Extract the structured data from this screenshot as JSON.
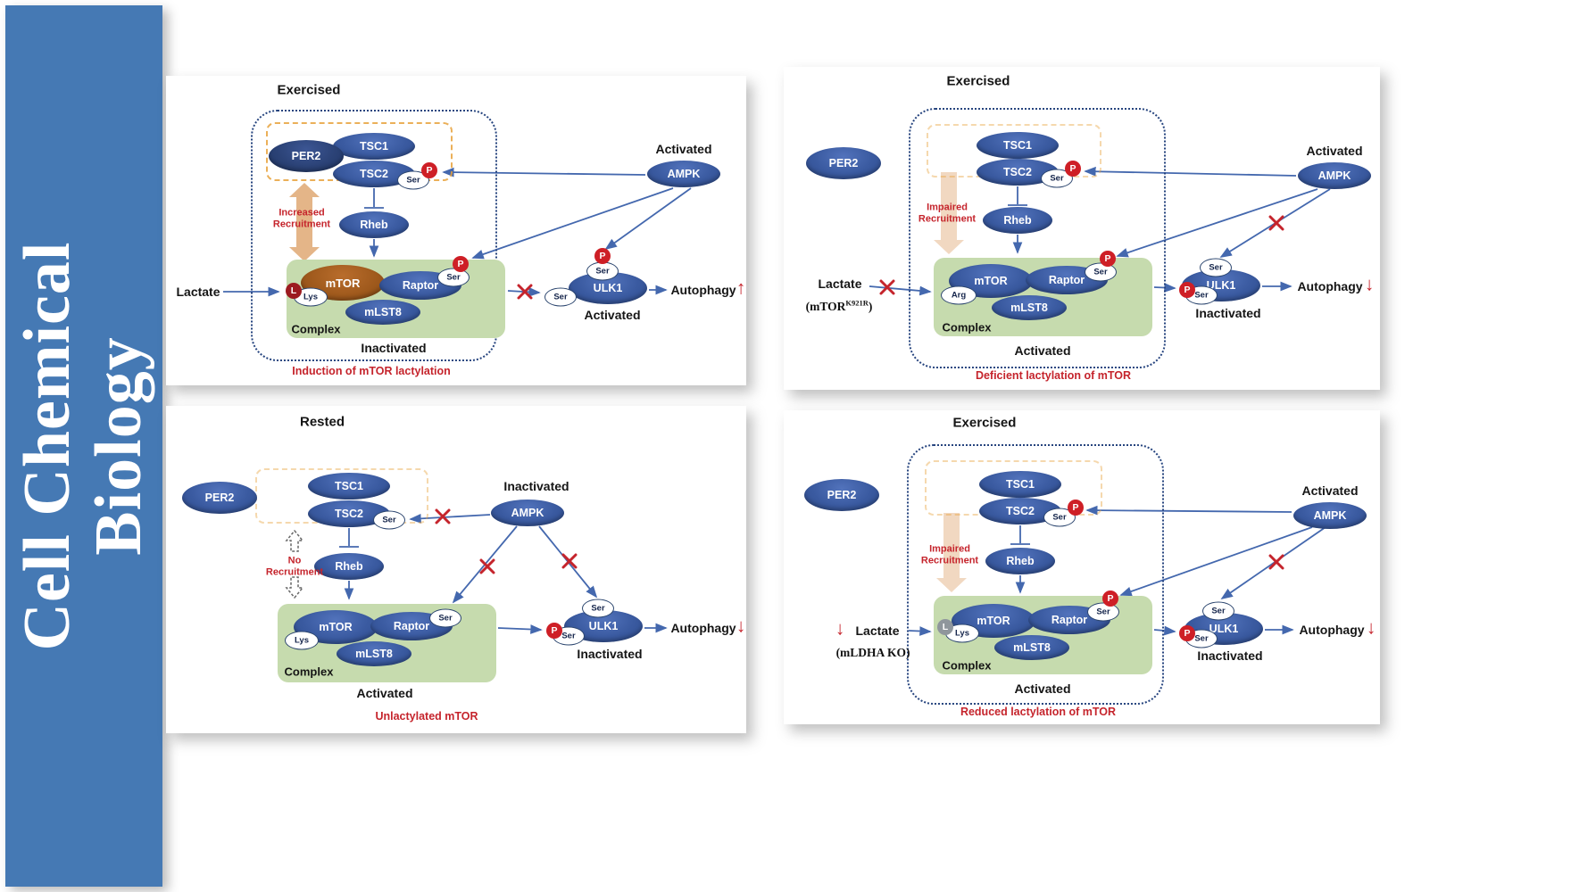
{
  "sidebar": {
    "line1": "Cell Chemical",
    "line2": "Biology"
  },
  "colors": {
    "sidebar_blue": "#4579b4",
    "node_blue": "#3a5aa0",
    "per2_dark_blue": "#2b4276",
    "mtor_brown": "#a05a1d",
    "complex_green": "#c6dbae",
    "alert_red": "#c5242c",
    "phospho_red": "#ce1f26",
    "lactyl_dark_red": "#9c1b20",
    "recruit_tan": "#dfa873",
    "arrow_blue": "#4468ae"
  },
  "labels": {
    "per2": "PER2",
    "tsc1": "TSC1",
    "tsc2": "TSC2",
    "rheb": "Rheb",
    "ampk": "AMPK",
    "mtor": "mTOR",
    "raptor": "Raptor",
    "mlst8": "mLST8",
    "ulk1": "ULK1",
    "complex": "Complex",
    "autophagy": "Autophagy",
    "lactate": "Lactate",
    "ser": "Ser",
    "lys": "Lys",
    "arg": "Arg",
    "p": "P",
    "l": "L"
  },
  "panels": {
    "p1": {
      "title": "Exercised",
      "ampk_state": "Activated",
      "recruitment_l1": "Increased",
      "recruitment_l2": "Recruitment",
      "complex_state": "Inactivated",
      "ulk1_state": "Activated",
      "autophagy_dir": "↑",
      "caption": "Induction of mTOR lactylation"
    },
    "p2": {
      "title": "Exercised",
      "ampk_state": "Activated",
      "recruitment_l1": "Impaired",
      "recruitment_l2": "Recruitment",
      "note_pre": "(mTOR",
      "note_sup": "K921R",
      "note_post": ")",
      "complex_state": "Activated",
      "ulk1_state": "Inactivated",
      "autophagy_dir": "↓",
      "caption": "Deficient lactylation of mTOR"
    },
    "p3": {
      "title": "Rested",
      "ampk_state": "Inactivated",
      "recruitment_l1": "No",
      "recruitment_l2": "Recruitment",
      "complex_state": "Activated",
      "ulk1_state": "Inactivated",
      "autophagy_dir": "↓",
      "caption": "Unlactylated mTOR"
    },
    "p4": {
      "title": "Exercised",
      "ampk_state": "Activated",
      "recruitment_l1": "Impaired",
      "recruitment_l2": "Recruitment",
      "note": "(mLDHA KO)",
      "lactate_dir": "↓",
      "complex_state": "Activated",
      "ulk1_state": "Inactivated",
      "autophagy_dir": "↓",
      "caption": "Reduced lactylation of mTOR"
    }
  }
}
